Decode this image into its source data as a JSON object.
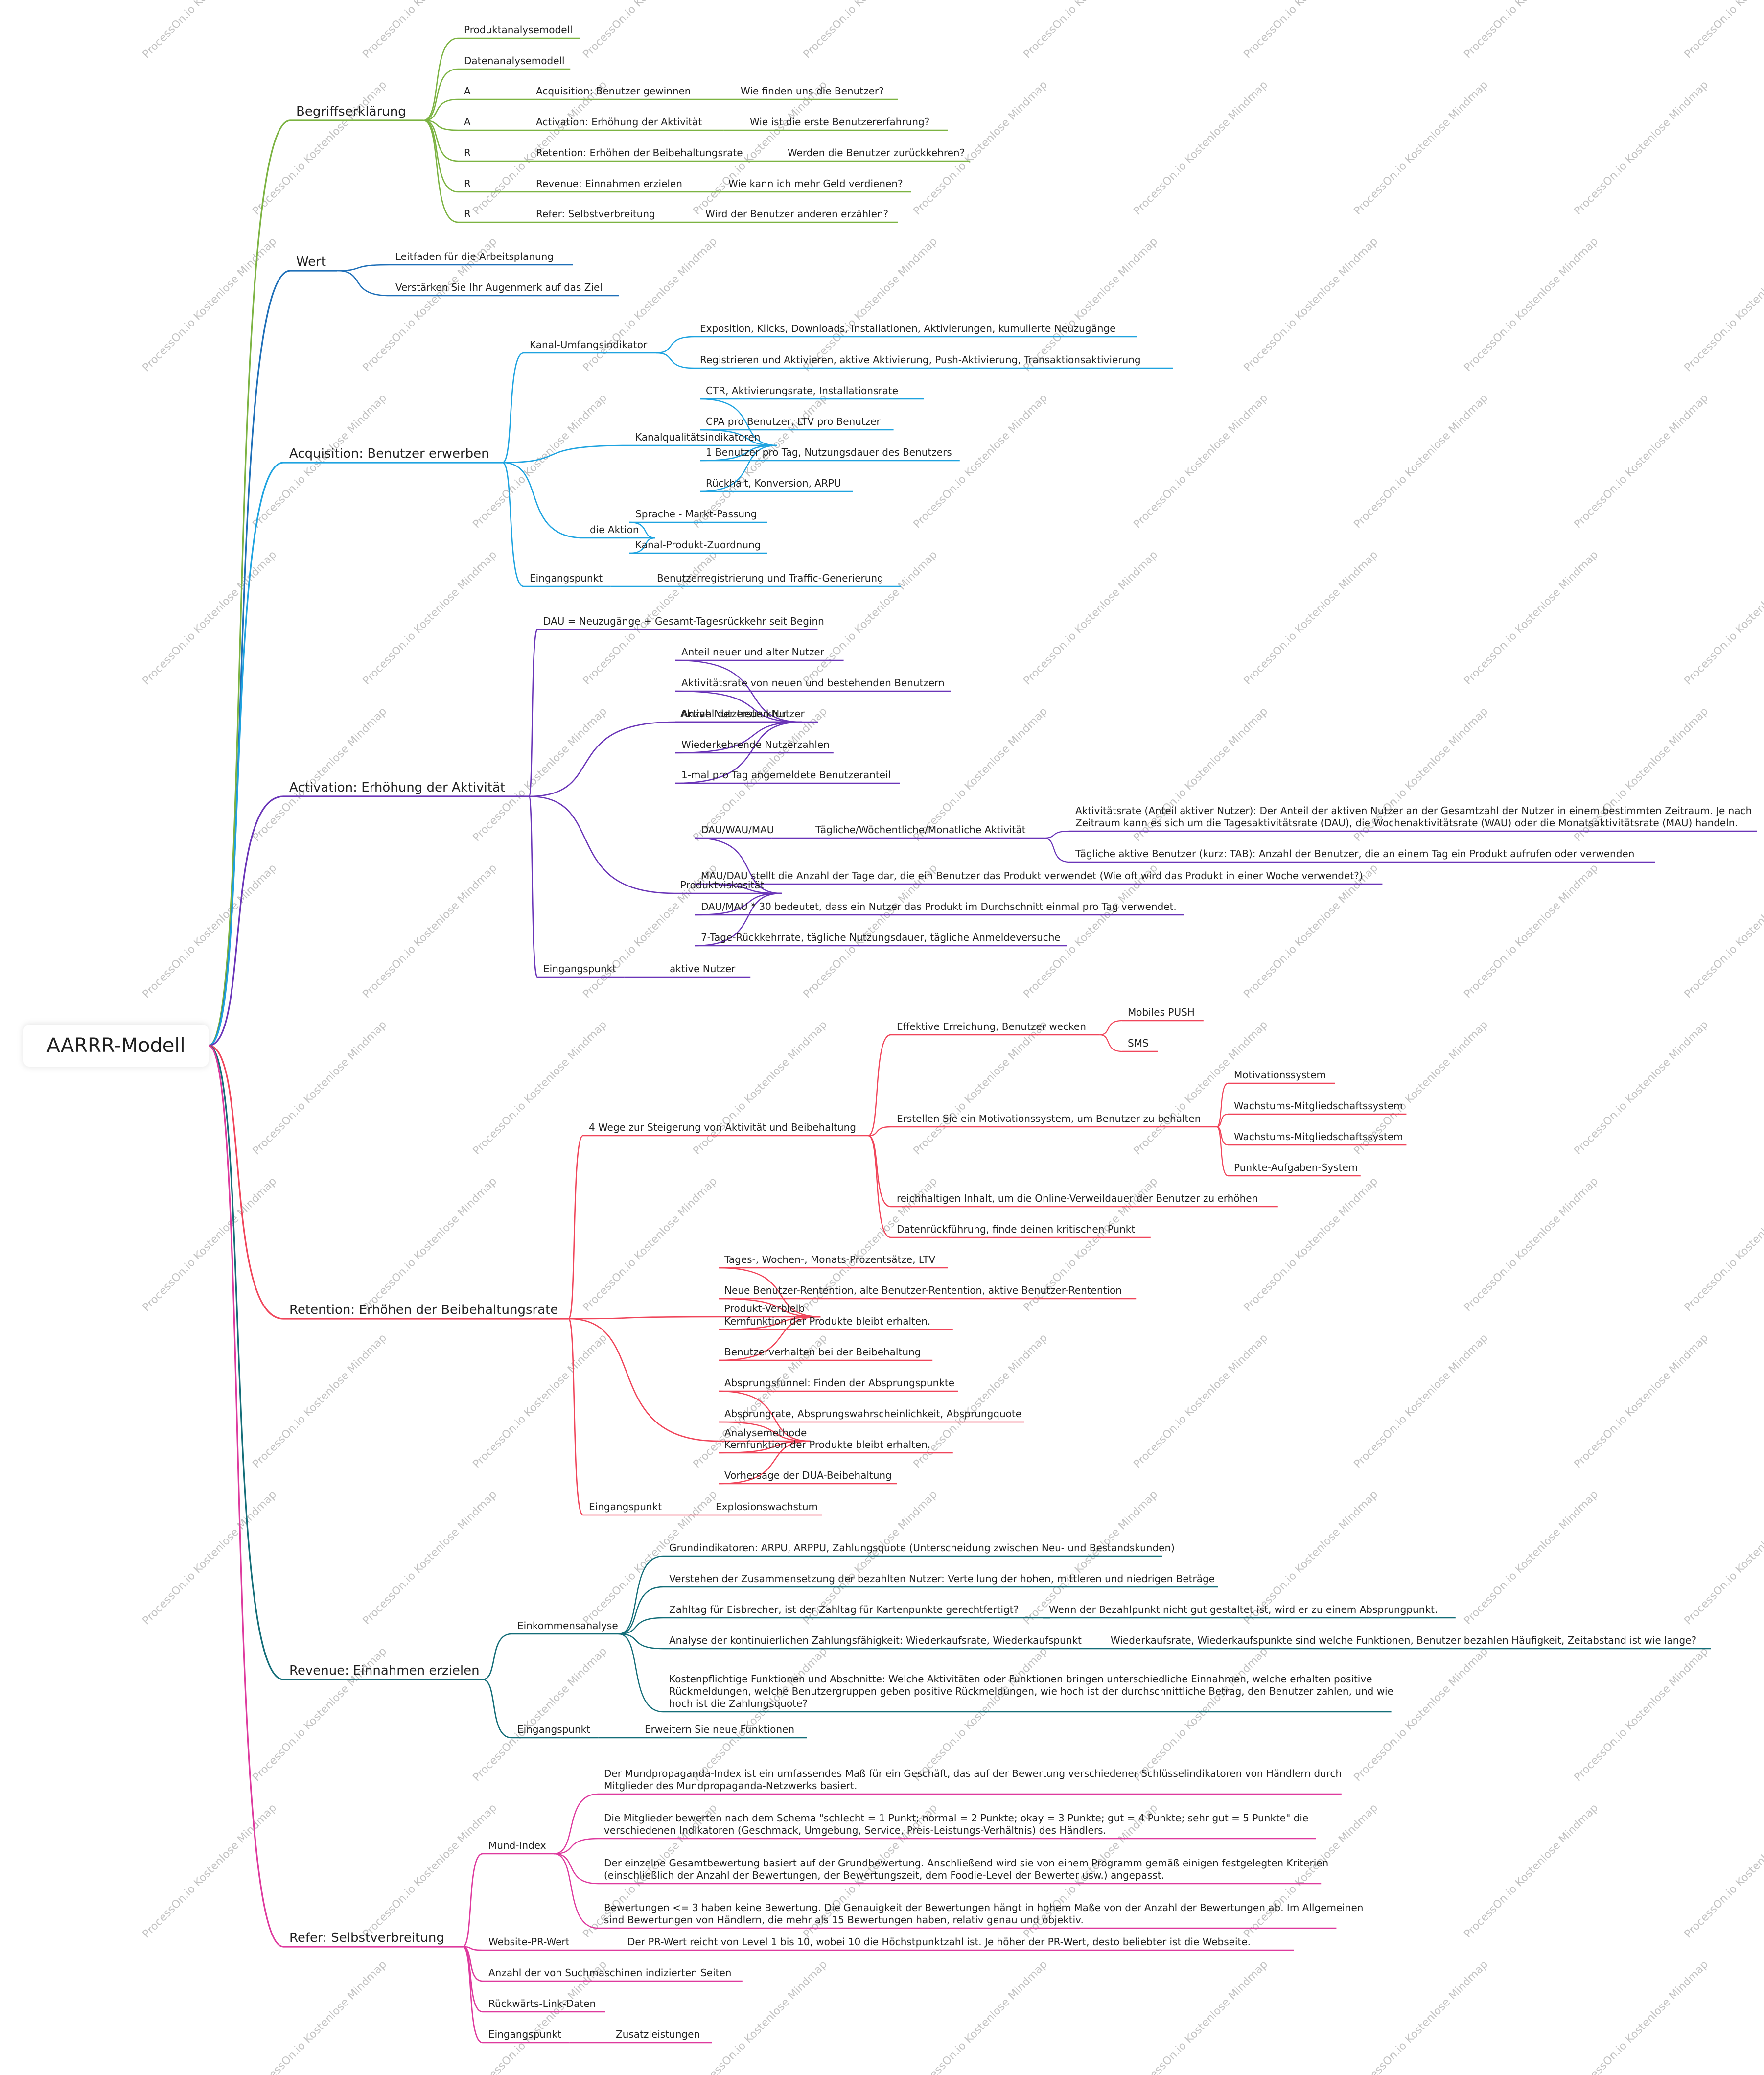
{
  "root": "AARRR-Modell",
  "watermark": "ProcessOn.io Kostenlose Mindmap",
  "branches": [
    {
      "label": "Begriffserklärung",
      "color": "#7cb342",
      "children": [
        {
          "label": "Produktanalysemodell"
        },
        {
          "label": "Datenanalysemodell"
        },
        {
          "label": "A",
          "chain": [
            "Acquisition: Benutzer gewinnen",
            "Wie finden uns die Benutzer?"
          ]
        },
        {
          "label": "A",
          "chain": [
            "Activation: Erhöhung der Aktivität",
            "Wie ist die erste Benutzererfahrung?"
          ]
        },
        {
          "label": "R",
          "chain": [
            "Retention: Erhöhen der Beibehaltungsrate",
            "Werden die Benutzer zurückkehren?"
          ]
        },
        {
          "label": "R",
          "chain": [
            "Revenue: Einnahmen erzielen",
            "Wie kann ich mehr Geld verdienen?"
          ]
        },
        {
          "label": "R",
          "chain": [
            "Refer: Selbstverbreitung",
            "Wird der Benutzer anderen erzählen?"
          ]
        }
      ]
    },
    {
      "label": "Wert",
      "color": "#1e6fb8",
      "children": [
        {
          "label": "Leitfaden für die Arbeitsplanung"
        },
        {
          "label": "Verstärken Sie Ihr Augenmerk auf das Ziel"
        }
      ]
    },
    {
      "label": "Acquisition: Benutzer erwerben",
      "color": "#1ea3e0",
      "children": [
        {
          "label": "Kanal-Umfangsindikator",
          "children": [
            {
              "label": "Exposition, Klicks, Downloads, Installationen, Aktivierungen, kumulierte Neuzugänge"
            },
            {
              "label": "Registrieren und Aktivieren, aktive Aktivierung, Push-Aktivierung, Transaktionsaktivierung"
            }
          ]
        },
        {
          "label": "Kanalqualitätsindikatoren",
          "children": [
            {
              "label": "CTR, Aktivierungsrate, Installationsrate"
            },
            {
              "label": "CPA pro Benutzer, LTV pro Benutzer"
            },
            {
              "label": "1 Benutzer pro Tag, Nutzungsdauer des Benutzers"
            },
            {
              "label": "Rückhalt, Konversion, ARPU"
            }
          ]
        },
        {
          "label": "die Aktion",
          "children": [
            {
              "label": "Sprache - Markt-Passung"
            },
            {
              "label": "Kanal-Produkt-Zuordnung"
            }
          ]
        },
        {
          "label": "Eingangspunkt",
          "chain": [
            "Benutzerregistrierung und Traffic-Generierung"
          ]
        }
      ]
    },
    {
      "label": "Activation: Erhöhung der Aktivität",
      "color": "#6a35b8",
      "children": [
        {
          "label": "DAU = Neuzugänge + Gesamt-Tagesrückkehr seit Beginn"
        },
        {
          "label": "Aktive Nutzerstruktur",
          "children": [
            {
              "label": "Anteil neuer und alter Nutzer"
            },
            {
              "label": "Aktivitätsrate von neuen und bestehenden Benutzern"
            },
            {
              "label": "Anzahl der treuen Nutzer"
            },
            {
              "label": "Wiederkehrende Nutzerzahlen"
            },
            {
              "label": "1-mal pro Tag angemeldete Benutzeranteil"
            }
          ]
        },
        {
          "label": "Produktviskosität",
          "children": [
            {
              "label": "DAU/WAU/MAU",
              "chain": [
                "Tägliche/Wöchentliche/Monatliche Aktivität"
              ],
              "children": [
                {
                  "label": "Aktivitätsrate (Anteil aktiver Nutzer): Der Anteil der aktiven Nutzer an der Gesamtzahl der Nutzer in einem bestimmten Zeitraum. Je nach Zeitraum kann es sich um die Tagesaktivitätsrate (DAU), die Wochenaktivitätsrate (WAU) oder die Monatsaktivitätsrate (MAU) handeln."
                },
                {
                  "label": "Tägliche aktive Benutzer (kurz: TAB): Anzahl der Benutzer, die an einem Tag ein Produkt aufrufen oder verwenden"
                }
              ]
            },
            {
              "label": "MAU/DAU stellt die Anzahl der Tage dar, die ein Benutzer das Produkt verwendet (Wie oft wird das Produkt in einer Woche verwendet?)"
            },
            {
              "label": "DAU/MAU * 30 bedeutet, dass ein Nutzer das Produkt im Durchschnitt einmal pro Tag verwendet."
            },
            {
              "label": "7-Tage-Rückkehrrate, tägliche Nutzungsdauer, tägliche Anmeldeversuche"
            }
          ]
        },
        {
          "label": "Eingangspunkt",
          "chain": [
            "aktive Nutzer"
          ]
        }
      ]
    },
    {
      "label": "Retention: Erhöhen der Beibehaltungsrate",
      "color": "#f0455a",
      "children": [
        {
          "label": "4 Wege zur Steigerung von Aktivität und Beibehaltung",
          "children": [
            {
              "label": "Effektive Erreichung, Benutzer wecken",
              "children": [
                {
                  "label": "Mobiles PUSH"
                },
                {
                  "label": "SMS"
                }
              ]
            },
            {
              "label": "Erstellen Sie ein Motivationssystem, um Benutzer zu behalten",
              "children": [
                {
                  "label": "Motivationssystem"
                },
                {
                  "label": "Wachstums-Mitgliedschaftssystem"
                },
                {
                  "label": "Wachstums-Mitgliedschaftssystem"
                },
                {
                  "label": "Punkte-Aufgaben-System"
                }
              ]
            },
            {
              "label": "reichhaltigen Inhalt, um die Online-Verweildauer der Benutzer zu erhöhen"
            },
            {
              "label": "Datenrückführung, finde deinen kritischen Punkt"
            }
          ]
        },
        {
          "label": "Produkt-Verbleib",
          "children": [
            {
              "label": "Tages-, Wochen-, Monats-Prozentsätze, LTV"
            },
            {
              "label": "Neue Benutzer-Rentention, alte Benutzer-Rentention, aktive Benutzer-Rentention"
            },
            {
              "label": "Kernfunktion der Produkte bleibt erhalten."
            },
            {
              "label": "Benutzerverhalten bei der Beibehaltung"
            }
          ]
        },
        {
          "label": "Analysemethode",
          "children": [
            {
              "label": "Absprungsfunnel: Finden der Absprungspunkte"
            },
            {
              "label": "Absprungrate, Absprungswahrscheinlichkeit, Absprungquote"
            },
            {
              "label": "Kernfunktion der Produkte bleibt erhalten."
            },
            {
              "label": "Vorhersage der DUA-Beibehaltung"
            }
          ]
        },
        {
          "label": "Eingangspunkt",
          "chain": [
            "Explosionswachstum"
          ]
        }
      ]
    },
    {
      "label": "Revenue: Einnahmen erzielen",
      "color": "#136d78",
      "children": [
        {
          "label": "Einkommensanalyse",
          "children": [
            {
              "label": "Grundindikatoren: ARPU, ARPPU, Zahlungsquote (Unterscheidung zwischen Neu- und Bestandskunden)"
            },
            {
              "label": "Verstehen der Zusammensetzung der bezahlten Nutzer: Verteilung der hohen, mittleren und niedrigen Beträge"
            },
            {
              "label": "Zahltag für Eisbrecher, ist der Zahltag für Kartenpunkte gerechtfertigt?",
              "chain": [
                "Wenn der Bezahlpunkt nicht gut gestaltet ist, wird er zu einem Absprungpunkt."
              ]
            },
            {
              "label": "Analyse der kontinuierlichen Zahlungsfähigkeit: Wiederkaufsrate, Wiederkaufspunkt",
              "chain": [
                "Wiederkaufsrate, Wiederkaufspunkte sind welche Funktionen, Benutzer bezahlen Häufigkeit, Zeitabstand ist wie lange?"
              ]
            },
            {
              "label": "Kostenpflichtige Funktionen und Abschnitte: Welche Aktivitäten oder Funktionen bringen unterschiedliche Einnahmen, welche erhalten positive Rückmeldungen, welche Benutzergruppen geben positive Rückmeldungen, wie hoch ist der durchschnittliche Betrag, den Benutzer zahlen, und wie hoch ist die Zahlungsquote?"
            }
          ]
        },
        {
          "label": "Eingangspunkt",
          "chain": [
            "Erweitern Sie neue Funktionen"
          ]
        }
      ]
    },
    {
      "label": "Refer: Selbstverbreitung",
      "color": "#de3a9e",
      "children": [
        {
          "label": "Mund-Index",
          "children": [
            {
              "label": "Der Mundpropaganda-Index ist ein umfassendes Maß für ein Geschäft, das auf der Bewertung verschiedener Schlüsselindikatoren von Händlern durch Mitglieder des Mundpropaganda-Netzwerks basiert."
            },
            {
              "label": "Die Mitglieder bewerten nach dem Schema \"schlecht = 1 Punkt; normal = 2 Punkte; okay = 3 Punkte; gut = 4 Punkte; sehr gut = 5 Punkte\" die verschiedenen Indikatoren (Geschmack, Umgebung, Service, Preis-Leistungs-Verhältnis) des Händlers."
            },
            {
              "label": "Der einzelne Gesamtbewertung basiert auf der Grundbewertung. Anschließend wird sie von einem Programm gemäß einigen festgelegten Kriterien (einschließlich der Anzahl der Bewertungen, der Bewertungszeit, dem Foodie-Level der Bewerter usw.) angepasst."
            },
            {
              "label": "Bewertungen <= 3 haben keine Bewertung. Die Genauigkeit der Bewertungen hängt in hohem Maße von der Anzahl der Bewertungen ab. Im Allgemeinen sind Bewertungen von Händlern, die mehr als 15 Bewertungen haben, relativ genau und objektiv."
            }
          ]
        },
        {
          "label": "Website-PR-Wert",
          "chain": [
            "Der PR-Wert reicht von Level 1 bis 10, wobei 10 die Höchstpunktzahl ist. Je höher der PR-Wert, desto beliebter ist die Webseite."
          ]
        },
        {
          "label": "Anzahl der von Suchmaschinen indizierten Seiten"
        },
        {
          "label": "Rückwärts-Link-Daten"
        },
        {
          "label": "Eingangspunkt",
          "chain": [
            "Zusatzleistungen"
          ]
        }
      ]
    }
  ]
}
